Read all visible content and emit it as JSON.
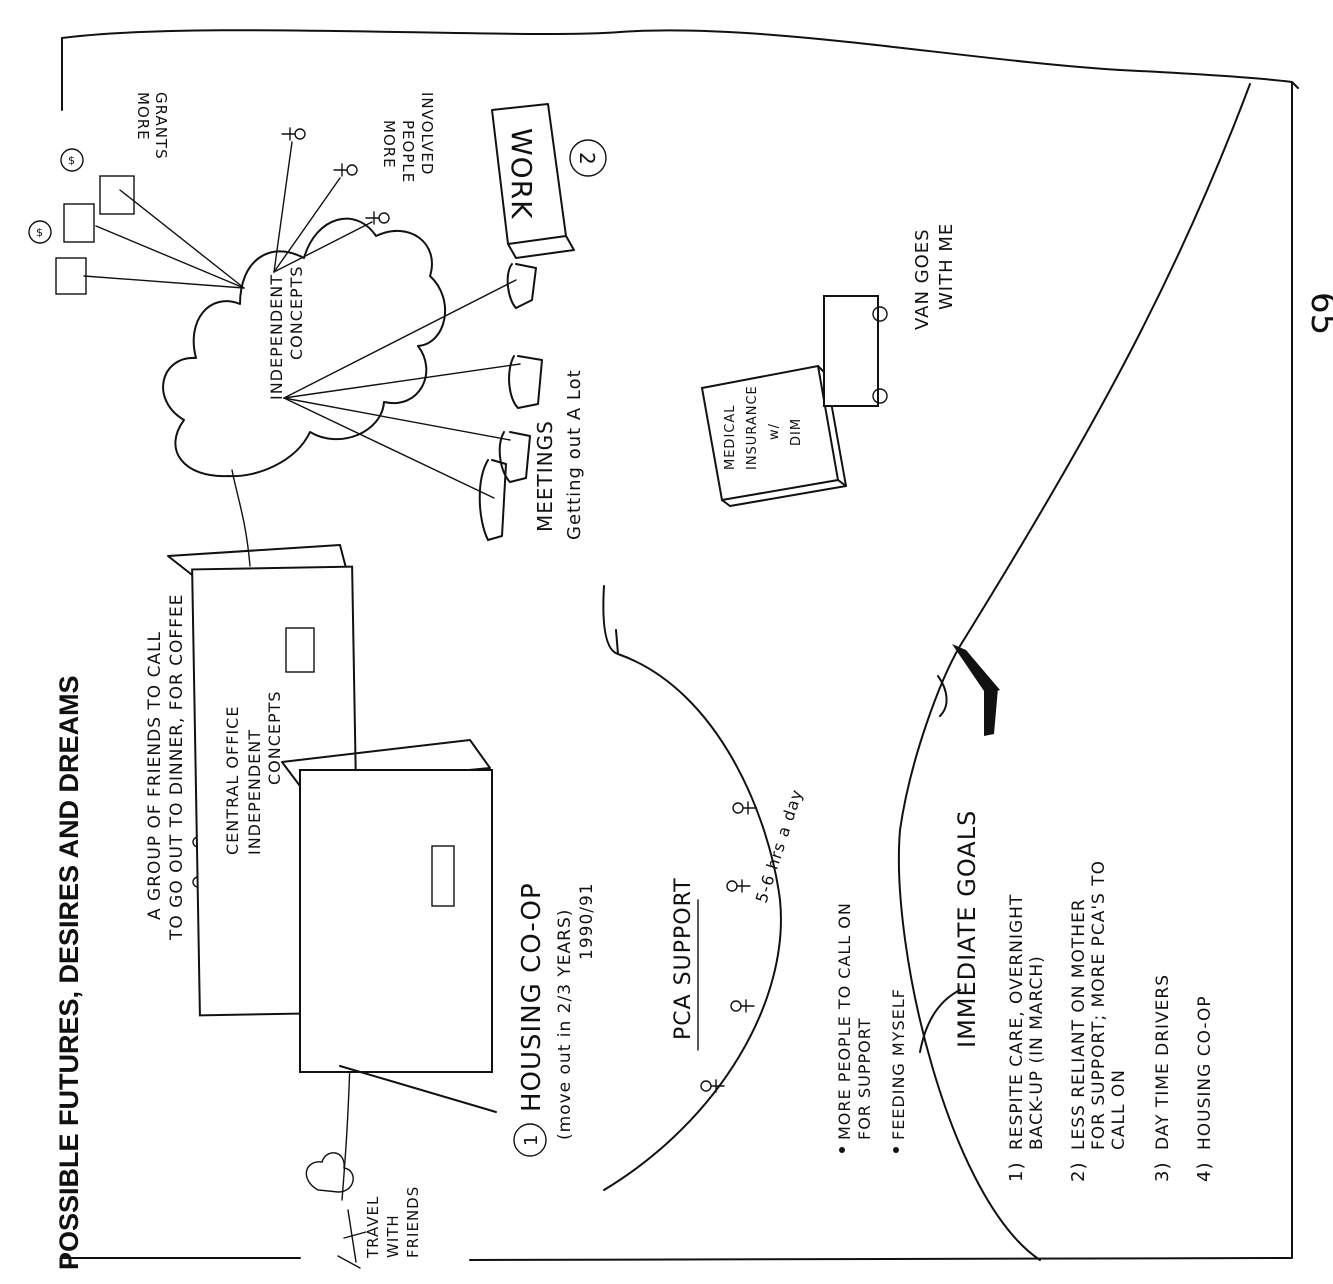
{
  "title": "POSSIBLE FUTURES, DESIRES AND DREAMS",
  "page_number": "65",
  "friends_note": {
    "line1": "A GROUP OF FRIENDS TO CALL",
    "line2": "TO GO OUT TO DINNER, FOR COFFEE"
  },
  "travel": {
    "line1": "TRAVEL",
    "line2": "WITH",
    "line3": "FRIENDS"
  },
  "central_office": {
    "line1": "CENTRAL OFFICE",
    "line2": "INDEPENDENT",
    "line3": "CONCEPTS"
  },
  "cloud": {
    "line1": "INDEPENDENT",
    "line2": "CONCEPTS"
  },
  "more_grants": {
    "line1": "MORE",
    "line2": "GRANTS"
  },
  "more_people": {
    "line1": "MORE",
    "line2": "PEOPLE",
    "line3": "INVOLVED"
  },
  "money_symbol": "$",
  "work": {
    "label": "WORK",
    "number": "2"
  },
  "meetings": {
    "line1": "MEETINGS",
    "line2": "Getting out A Lot"
  },
  "medical": {
    "line1": "MEDICAL",
    "line2": "INSURANCE",
    "line3": "w/",
    "line4": "DIM"
  },
  "van": {
    "line1": "VAN GOES",
    "line2": "WITH ME"
  },
  "housing": {
    "number": "1",
    "title": "HOUSING CO-OP",
    "line2": "(move out in 2/3 YEARS)",
    "line3": "1990/91"
  },
  "pca": {
    "title": "PCA SUPPORT",
    "hours": "5-6 hrs a day"
  },
  "bullets": [
    {
      "line1": "MORE PEOPLE TO CALL ON",
      "line2": "FOR SUPPORT"
    },
    {
      "line1": "FEEDING MYSELF"
    }
  ],
  "goals": {
    "title": "IMMEDIATE GOALS",
    "items": [
      {
        "num": "1)",
        "line1": "RESPITE CARE, OVERNIGHT",
        "line2": "BACK-UP (IN MARCH)"
      },
      {
        "num": "2)",
        "line1": "LESS RELIANT ON MOTHER",
        "line2": "FOR SUPPORT; MORE PCA'S TO",
        "line3": "CALL ON"
      },
      {
        "num": "3)",
        "line1": "DAY TIME DRIVERS"
      },
      {
        "num": "4)",
        "line1": "HOUSING CO-OP"
      }
    ]
  }
}
